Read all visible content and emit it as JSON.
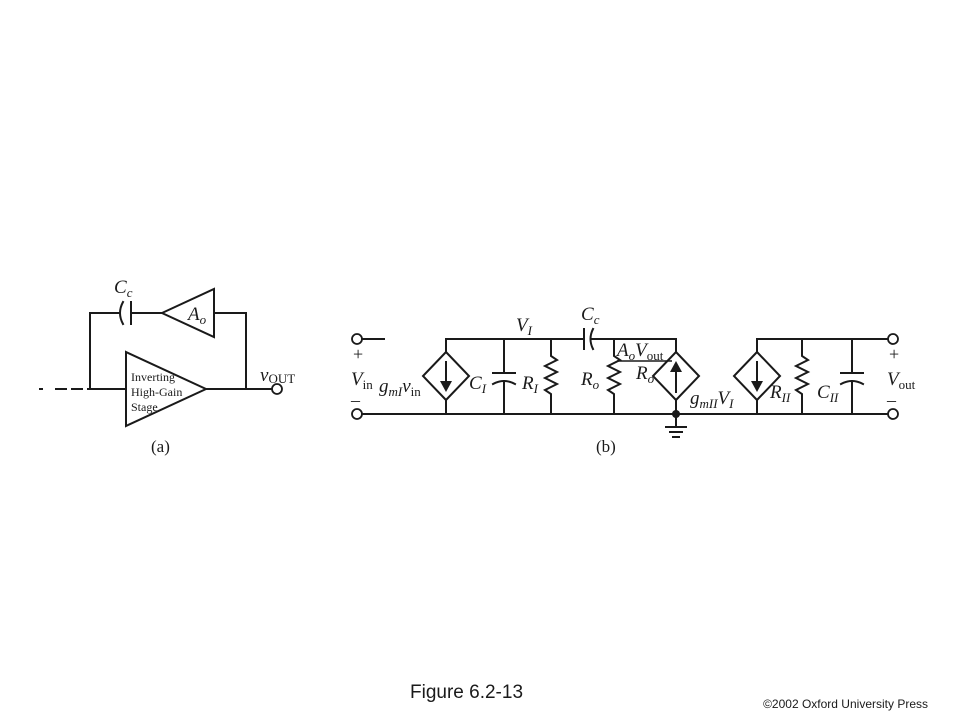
{
  "figure_caption": "Figure 6.2-13",
  "copyright": "©2002 Oxford University Press",
  "panel_a": {
    "sublabel": "(a)",
    "cap_label": {
      "base": "C",
      "sub": "c"
    },
    "buffer_label": {
      "base": "A",
      "sub": "o"
    },
    "stage_label_lines": [
      "Inverting",
      "High-Gain",
      "Stage"
    ],
    "output_label": {
      "base": "v",
      "sub": "OUT"
    }
  },
  "panel_b": {
    "sublabel": "(b)",
    "plus_in": "+",
    "minus_in": "–",
    "vin": {
      "base": "V",
      "sub": "in"
    },
    "src1": {
      "base": "g",
      "sub": "mI",
      "tail": "v",
      "tail_sub": "in"
    },
    "ci": {
      "base": "C",
      "sub": "I"
    },
    "ri": {
      "base": "R",
      "sub": "I"
    },
    "vi_node": {
      "base": "V",
      "sub": "I"
    },
    "cc": {
      "base": "C",
      "sub": "c"
    },
    "ro1": {
      "base": "R",
      "sub": "o"
    },
    "ao_vout": {
      "base": "A",
      "sub": "o",
      "tail": "V",
      "tail_sub": "out"
    },
    "ro2": {
      "base": "R",
      "sub": "o"
    },
    "src2": {
      "base": "g",
      "sub": "mII",
      "tail": "V",
      "tail_sub": "I"
    },
    "rii": {
      "base": "R",
      "sub": "II"
    },
    "cii": {
      "base": "C",
      "sub": "II"
    },
    "plus_out": "+",
    "minus_out": "–",
    "vout": {
      "base": "V",
      "sub": "out"
    }
  }
}
